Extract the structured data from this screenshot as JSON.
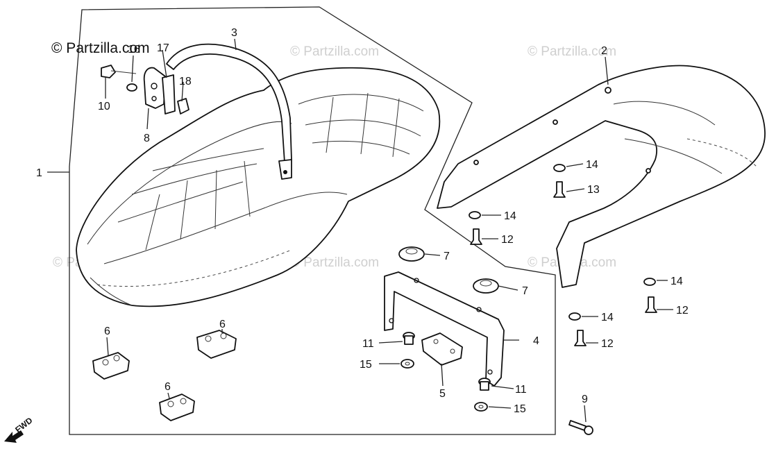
{
  "brand_text": "© Partzilla.com",
  "watermark_text": "© Partzilla.com",
  "direction_label": "FWD",
  "callouts": [
    "1",
    "2",
    "3",
    "4",
    "5",
    "6",
    "6",
    "6",
    "7",
    "7",
    "8",
    "9",
    "10",
    "11",
    "11",
    "12",
    "12",
    "12",
    "13",
    "14",
    "14",
    "14",
    "14",
    "15",
    "15",
    "16",
    "17",
    "18"
  ]
}
